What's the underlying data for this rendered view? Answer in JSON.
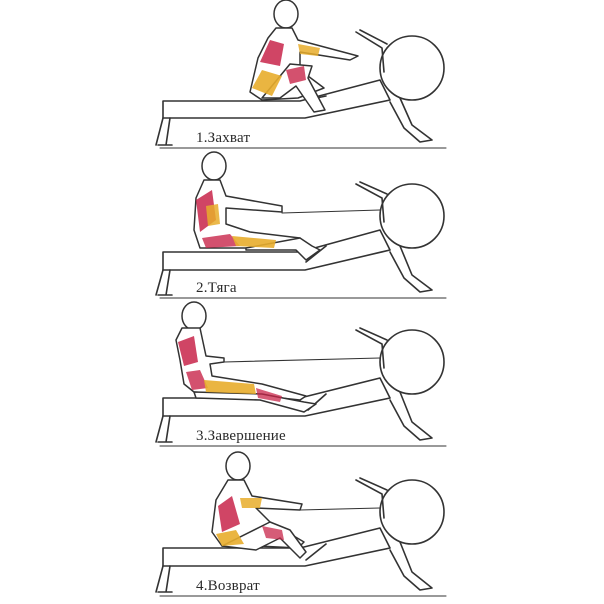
{
  "steps": [
    {
      "label": "1.Захват"
    },
    {
      "label": "2.Тяга"
    },
    {
      "label": "3.Завершение"
    },
    {
      "label": "4.Возврат"
    }
  ],
  "colors": {
    "muscle_red": "#c8254a",
    "muscle_yellow": "#e8ad2c",
    "outline": "#333333",
    "background": "#ffffff"
  }
}
